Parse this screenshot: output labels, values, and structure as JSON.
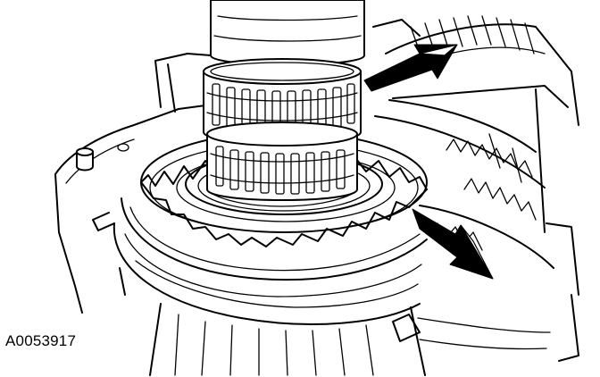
{
  "figure": {
    "label": "A0053917"
  },
  "components": [
    {
      "name": "shaft",
      "icon": "shaft"
    },
    {
      "name": "needle-bearing-upper",
      "icon": "needle-bearing"
    },
    {
      "name": "needle-bearing-lower",
      "icon": "needle-bearing"
    },
    {
      "name": "synchronizer-ring",
      "icon": "toothed-ring"
    },
    {
      "name": "gear",
      "icon": "gear"
    },
    {
      "name": "housing",
      "icon": "housing"
    }
  ],
  "callouts": [
    {
      "name": "arrow-upper",
      "points_to": "needle-bearing"
    },
    {
      "name": "arrow-lower",
      "points_to": "synchronizer-ring"
    }
  ],
  "colors": {
    "line": "#000000",
    "background": "#ffffff"
  }
}
